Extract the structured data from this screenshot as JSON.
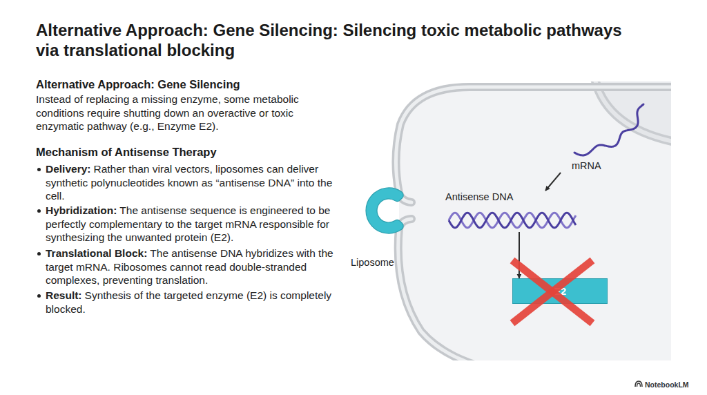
{
  "diagram": {
    "title": "Alternative Approach: Gene Silencing: Silencing toxic metabolic pathways via translational blocking",
    "nodes": [
      {
        "text": [
          "Liposome"
        ]
      },
      {
        "text": [
          "mRNA"
        ]
      },
      {
        "text": [
          "Antisense DNA"
        ]
      },
      {
        "text": [
          "E2"
        ]
      }
    ],
    "edges": [
      {
        "from": 1,
        "to": 2,
        "arrow": "to"
      },
      {
        "from": 2,
        "to": 3,
        "arrow": "to"
      }
    ],
    "labels": [
      "Alternative Approach: Gene Silencing",
      "Instead of replacing a missing enzyme, some metabolic conditions require shutting down an overactive or toxic enzymatic pathway (e.g., Enzyme E2).",
      "Mechanism of Antisense Therapy",
      "Delivery:",
      "Rather than viral vectors, liposomes can deliver synthetic polynucleotides known as “antisense DNA” into the cell.",
      "Hybridization:",
      "The antisense sequence is engineered to be perfectly complementary to the target mRNA responsible for synthesizing the unwanted protein (E2).",
      "Translational Block:",
      "The antisense DNA hybridizes with the target mRNA. Ribosomes cannot read double-stranded complexes, preventing translation.",
      "Result:",
      "Synthesis of the targeted enzyme (E2) is completely blocked.",
      "NotebookLM"
    ]
  }
}
